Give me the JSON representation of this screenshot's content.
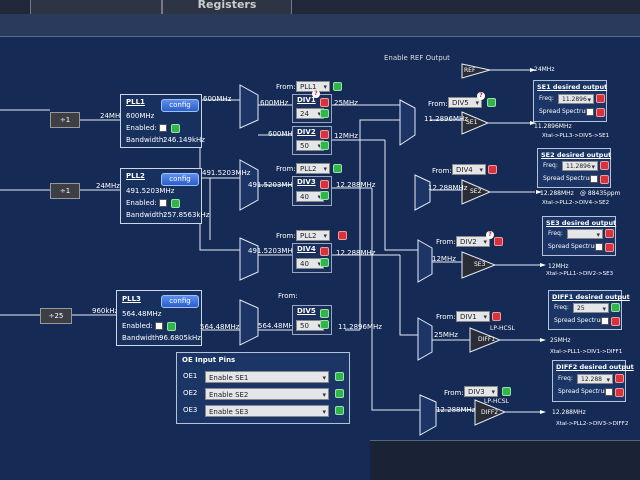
{
  "tabs": {
    "registers": "Registers"
  },
  "header": {
    "enable_ref_output": "Enable REF Output"
  },
  "ref": {
    "label": "REF",
    "freq": "24MHz"
  },
  "dividers_in": {
    "d1": {
      "label": "÷1",
      "out": "24MHz"
    },
    "d2": {
      "label": "÷1",
      "out": "24MHz"
    },
    "d3": {
      "label": "÷25",
      "out": "960kHz"
    }
  },
  "pll1": {
    "title": "PLL1",
    "config": "config",
    "freq": "600MHz",
    "enabled": "Enabled:",
    "bandwidth_label": "Bandwidth:",
    "bandwidth": "246.149kHz",
    "out": "600MHz"
  },
  "pll2": {
    "title": "PLL2",
    "config": "config",
    "freq": "491.5203MHz",
    "enabled": "Enabled:",
    "bandwidth_label": "Bandwidth:",
    "bandwidth": "257.8563kHz",
    "out": "491.5203MHz"
  },
  "pll3": {
    "title": "PLL3",
    "config": "config",
    "freq": "564.48MHz",
    "enabled": "Enabled:",
    "bandwidth_label": "Bandwidth:",
    "bandwidth": "96.6805kHz",
    "out": "564.48MHz"
  },
  "divs": {
    "div1": {
      "from_label": "From:",
      "from": "PLL1",
      "name": "DIV1",
      "value": "24",
      "in": "600MHz",
      "out": "25MHz"
    },
    "div2": {
      "name": "DIV2",
      "value": "50",
      "in": "600MHz",
      "out": "12MHz"
    },
    "div3": {
      "from_label": "From:",
      "from": "PLL2",
      "name": "DIV3",
      "value": "40",
      "in": "491.5203MHz",
      "out": "12.288MHz"
    },
    "div4": {
      "from_label": "From:",
      "from": "PLL2",
      "name": "DIV4",
      "value": "40",
      "in": "491.5203MHz",
      "out": "12.288MHz"
    },
    "div5": {
      "from_label": "From:",
      "name": "DIV5",
      "value": "50",
      "in": "564.48MHz",
      "out": "11.2896MHz"
    }
  },
  "outputs": {
    "se1": {
      "from_label": "From:",
      "from": "DIV5",
      "buf": "SE1",
      "in": "11.2896MHz",
      "out": "11.2896MHz"
    },
    "se2": {
      "from_label": "From:",
      "from": "DIV4",
      "buf": "SE2",
      "in": "12.288MHz",
      "out": "12.288MHz",
      "ppm": "@ 88435ppm"
    },
    "se3": {
      "from_label": "From:",
      "from": "DIV2",
      "buf": "SE3",
      "in": "12MHz",
      "out": "12MHz"
    },
    "diff1": {
      "from_label": "From:",
      "from": "DIV1",
      "buf": "DIFF1",
      "type": "LP-HCSL",
      "in": "25MHz",
      "out": "25MHz"
    },
    "diff2": {
      "from_label": "From:",
      "from": "DIV3",
      "buf": "DIFF2",
      "type": "LP-HCSL",
      "in": "12.288MHz",
      "out": "12.288MHz"
    }
  },
  "oe": {
    "title": "OE Input Pins",
    "rows": [
      {
        "label": "OE1",
        "value": "Enable SE1"
      },
      {
        "label": "OE2",
        "value": "Enable SE2"
      },
      {
        "label": "OE3",
        "value": "Enable SE3"
      }
    ]
  },
  "panels": {
    "se1": {
      "title": "SE1 desired output",
      "freq_label": "Freq:",
      "freq": "11.2896",
      "spread": "Spread Spectrum:",
      "path": "Xtal->PLL3->DIV5->SE1"
    },
    "se2": {
      "title": "SE2 desired output",
      "freq_label": "Freq:",
      "freq": "11.2896",
      "spread": "Spread Spectrum:",
      "path": "Xtal->PLL2->DIV4->SE2"
    },
    "se3": {
      "title": "SE3 desired output",
      "freq_label": "Freq:",
      "freq": "",
      "spread": "Spread Spectrum:",
      "path": "Xtal->PLL1->DIV2->SE3"
    },
    "diff1": {
      "title": "DIFF1 desired output",
      "freq_label": "Freq:",
      "freq": "25",
      "spread": "Spread Spectrum:",
      "path": "Xtal->PLL1->DIV1->DIFF1"
    },
    "diff2": {
      "title": "DIFF2 desired output",
      "freq_label": "Freq:",
      "freq": "12.288",
      "spread": "Spread Spectrum:",
      "path": "Xtal->PLL2->DIV3->DIFF2"
    }
  },
  "colors": {
    "background": "#152a55",
    "ok": "#2fb54a",
    "lock": "#d8333a",
    "button": "#3a72de"
  }
}
